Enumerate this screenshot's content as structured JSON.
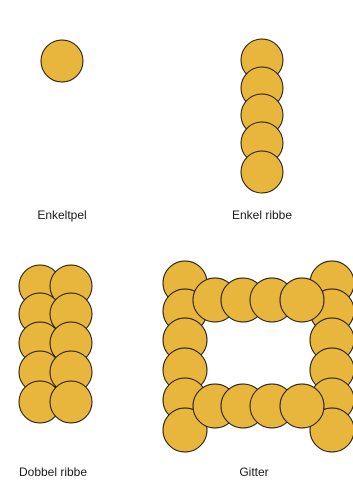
{
  "colors": {
    "pile_fill": "#e8b63c",
    "pile_stroke": "#1f1a10"
  },
  "panels": [
    {
      "key": "single",
      "label": "Enkeltpel"
    },
    {
      "key": "single_rib",
      "label": "Enkel ribbe"
    },
    {
      "key": "double_rib",
      "label": "Dobbel ribbe"
    },
    {
      "key": "grid",
      "label": "Gitter"
    }
  ]
}
